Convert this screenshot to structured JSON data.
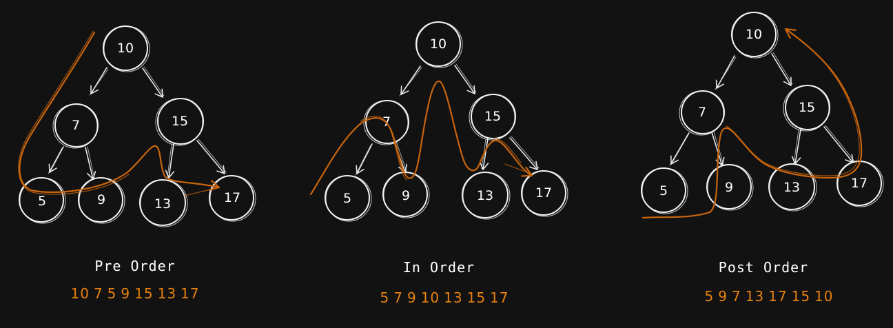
{
  "diagrams": [
    {
      "caption": "Pre Order",
      "sequence": [
        "10",
        "7",
        "5",
        "9",
        "15",
        "13",
        "17"
      ],
      "nodes": [
        {
          "id": "root",
          "label": "10"
        },
        {
          "id": "left",
          "label": "7"
        },
        {
          "id": "right",
          "label": "15"
        },
        {
          "id": "left-left",
          "label": "5"
        },
        {
          "id": "left-right",
          "label": "9"
        },
        {
          "id": "right-left",
          "label": "13"
        },
        {
          "id": "right-right",
          "label": "17"
        }
      ]
    },
    {
      "caption": "In Order",
      "sequence": [
        "5",
        "7",
        "9",
        "10",
        "13",
        "15",
        "17"
      ],
      "nodes": [
        {
          "id": "root",
          "label": "10"
        },
        {
          "id": "left",
          "label": "7"
        },
        {
          "id": "right",
          "label": "15"
        },
        {
          "id": "left-left",
          "label": "5"
        },
        {
          "id": "left-right",
          "label": "9"
        },
        {
          "id": "right-left",
          "label": "13"
        },
        {
          "id": "right-right",
          "label": "17"
        }
      ]
    },
    {
      "caption": "Post Order",
      "sequence": [
        "5",
        "9",
        "7",
        "13",
        "17",
        "15",
        "10"
      ],
      "nodes": [
        {
          "id": "root",
          "label": "10"
        },
        {
          "id": "left",
          "label": "7"
        },
        {
          "id": "right",
          "label": "15"
        },
        {
          "id": "left-left",
          "label": "5"
        },
        {
          "id": "left-right",
          "label": "9"
        },
        {
          "id": "right-left",
          "label": "13"
        },
        {
          "id": "right-right",
          "label": "17"
        }
      ]
    }
  ],
  "colors": {
    "background": "#121212",
    "node_stroke": "#f2f2f2",
    "traversal_path": "#c9650d",
    "sequence_text": "#e8820f",
    "caption_text": "#ffffff"
  }
}
